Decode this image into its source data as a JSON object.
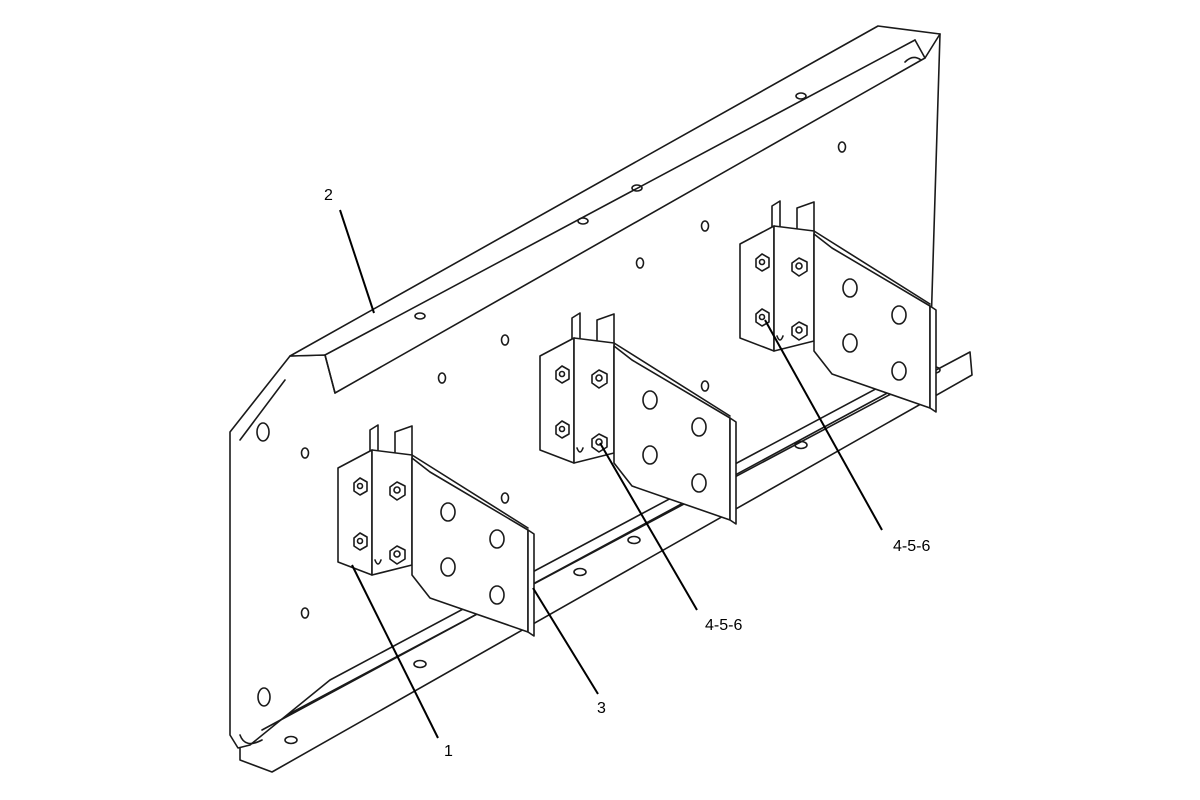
{
  "callouts": [
    {
      "id": "c2",
      "label": "2"
    },
    {
      "id": "c1",
      "label": "1"
    },
    {
      "id": "c3",
      "label": "3"
    },
    {
      "id": "c456a",
      "label": "4-5-6"
    },
    {
      "id": "c456b",
      "label": "4-5-6"
    }
  ]
}
